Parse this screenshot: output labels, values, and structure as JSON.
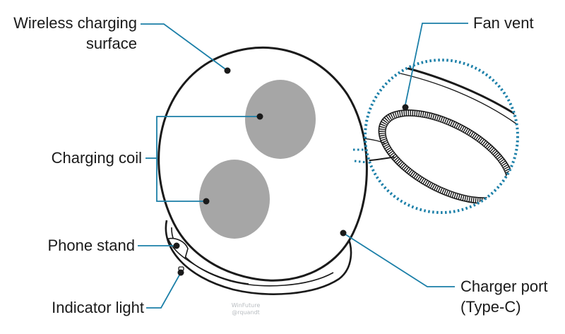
{
  "labels": {
    "wireless_charging_surface_line1": "Wireless charging",
    "wireless_charging_surface_line2": "surface",
    "charging_coil": "Charging coil",
    "phone_stand": "Phone stand",
    "indicator_light": "Indicator light",
    "fan_vent": "Fan vent",
    "charger_port_line1": "Charger port",
    "charger_port_line2": "(Type-C)"
  },
  "watermark": {
    "line1": "WinFuture",
    "line2": "@rquandt"
  },
  "colors": {
    "leader_line": "#1b7fa8",
    "outline": "#1a1a1a",
    "coil_fill": "#a6a6a6",
    "detail_circle": "#1b7fa8"
  }
}
